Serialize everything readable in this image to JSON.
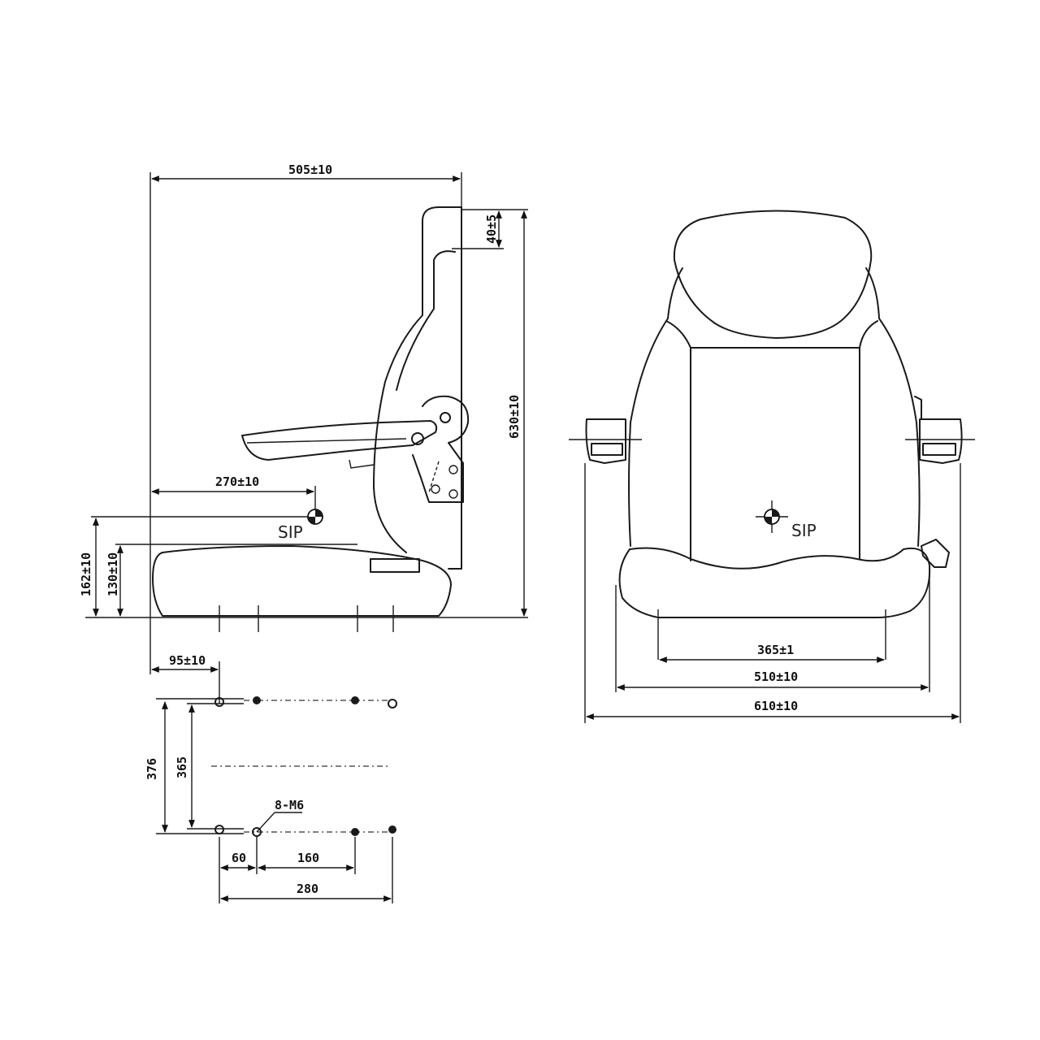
{
  "side_view": {
    "overall_depth": "505±10",
    "headrest_offset": "40±5",
    "overall_height": "630±10",
    "sip_depth": "270±10",
    "sip_label": "SIP",
    "sip_height": "162±10",
    "cushion_height": "130±10"
  },
  "mounting": {
    "front_offset": "95±10",
    "rail_spacing_outer": "376",
    "rail_spacing_inner": "365",
    "bolt_spec": "8-M6",
    "hole_spacing_1": "60",
    "hole_spacing_2": "160",
    "hole_span": "280"
  },
  "front_view": {
    "sip_label": "SIP",
    "cushion_inner_width": "365±1",
    "seat_width": "510±10",
    "overall_width": "610±10"
  }
}
